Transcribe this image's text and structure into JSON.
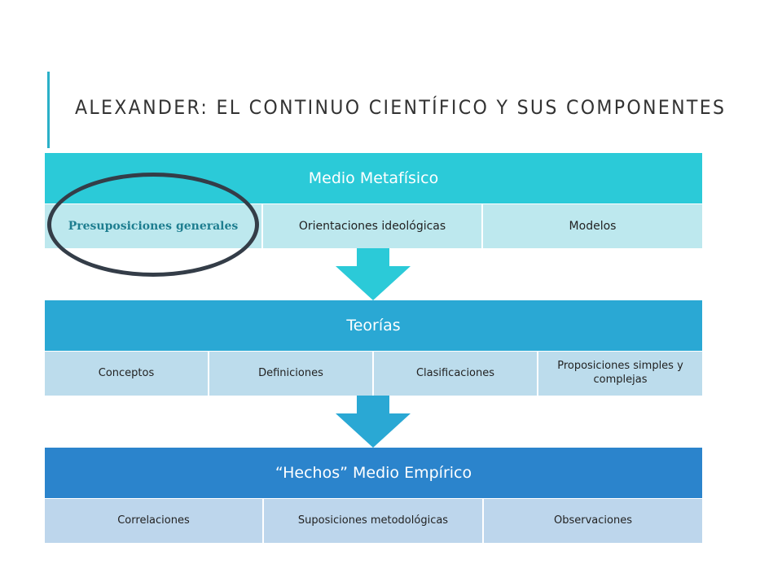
{
  "slide": {
    "title": "ALEXANDER: EL CONTINUO CIENTÍFICO Y SUS COMPONENTES"
  },
  "levels": [
    {
      "label": "Medio Metafísico",
      "color": "#2bcad8",
      "row_color": "#bde8ee",
      "items": [
        "Presuposiciones generales",
        "Orientaciones ideológicas",
        "Modelos"
      ]
    },
    {
      "label": "Teorías",
      "color": "#2aa8d4",
      "row_color": "#bcdcec",
      "items": [
        "Conceptos",
        "Definiciones",
        "Clasificaciones",
        "Proposiciones simples y complejas"
      ]
    },
    {
      "label": "“Hechos” Medio Empírico",
      "color": "#2b84cc",
      "row_color": "#bdd6ec",
      "items": [
        "Correlaciones",
        "Suposiciones metodológicas",
        "Observaciones"
      ]
    }
  ],
  "highlight": {
    "item": "Presuposiciones generales",
    "circle_color": "#343d48"
  }
}
